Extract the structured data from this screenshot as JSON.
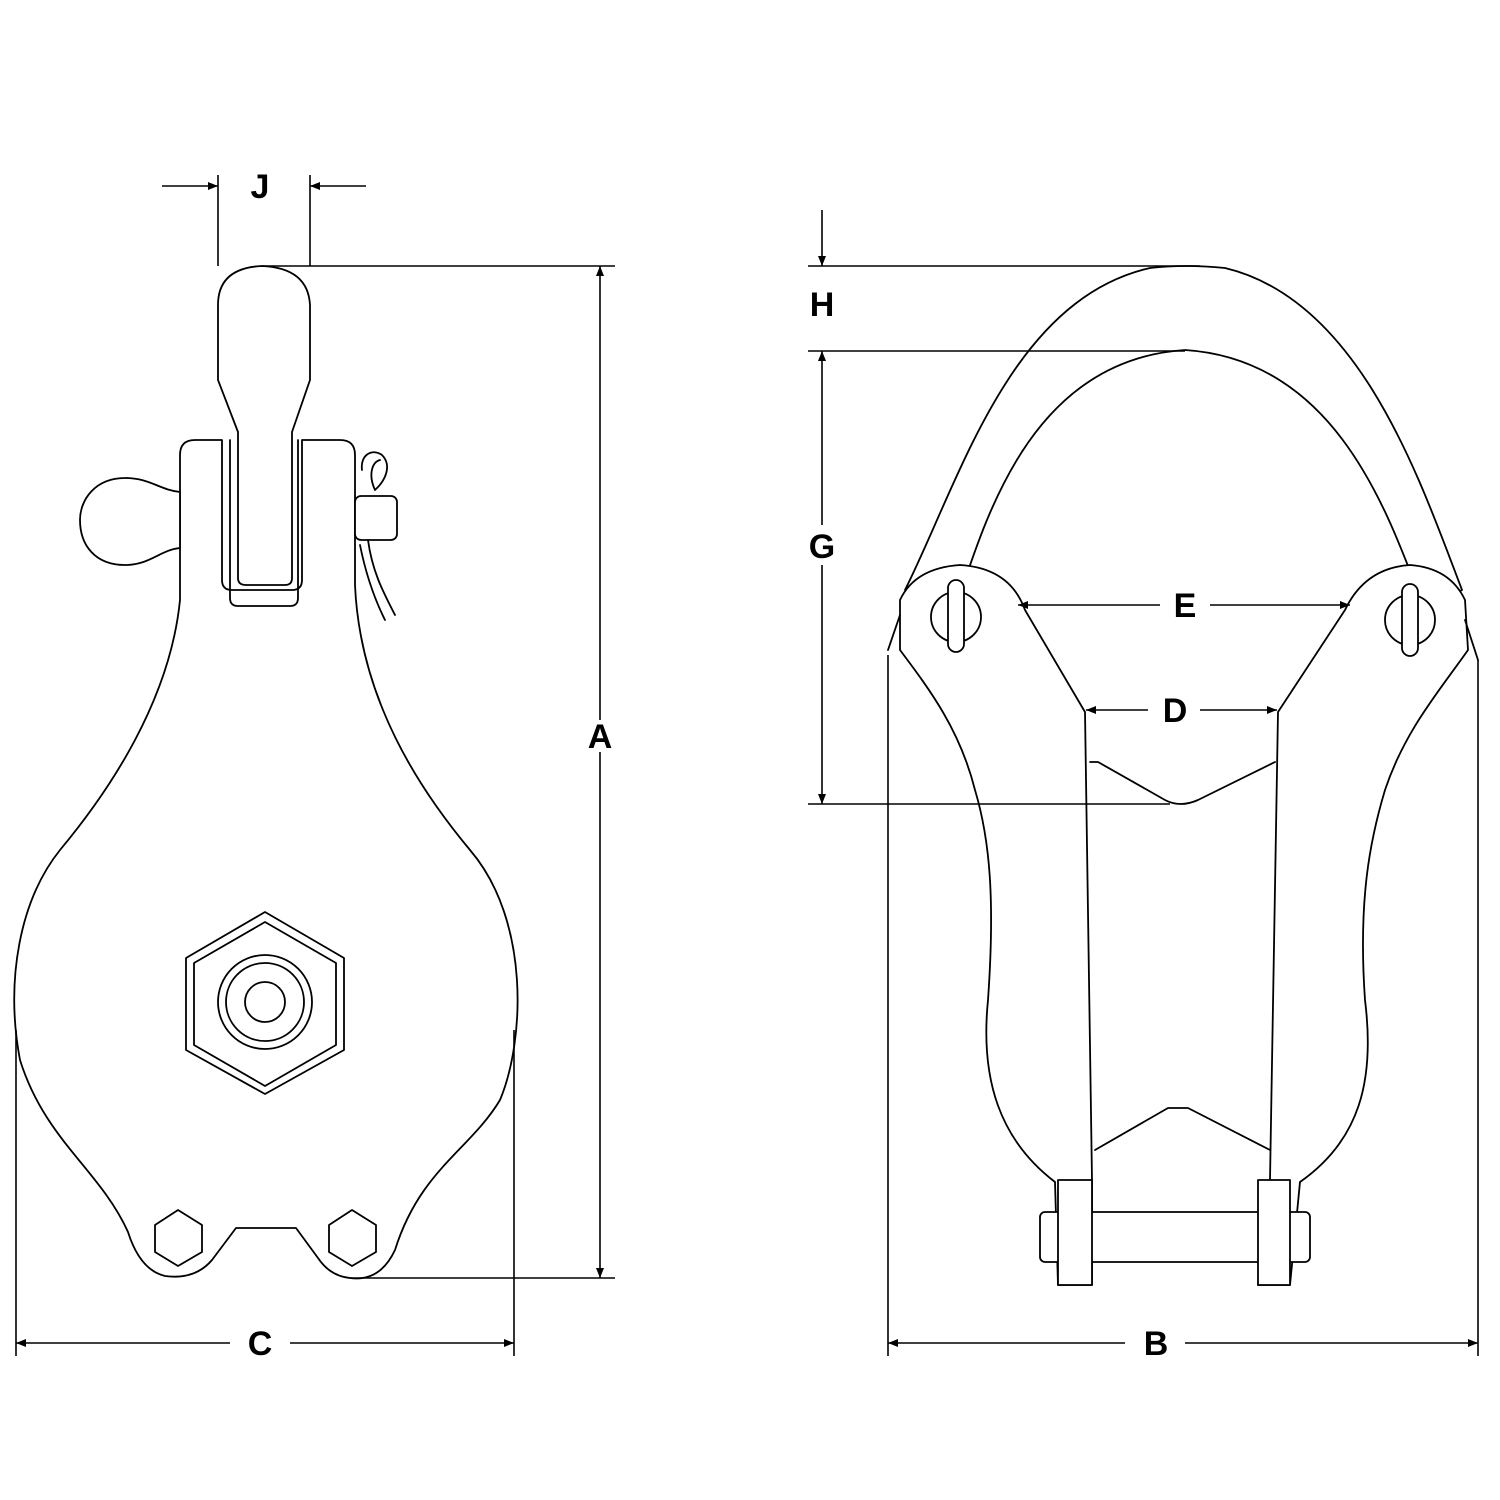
{
  "dimension_labels": {
    "a": "A",
    "b": "B",
    "c": "C",
    "d": "D",
    "e": "E",
    "g": "G",
    "h": "H",
    "j": "J"
  }
}
